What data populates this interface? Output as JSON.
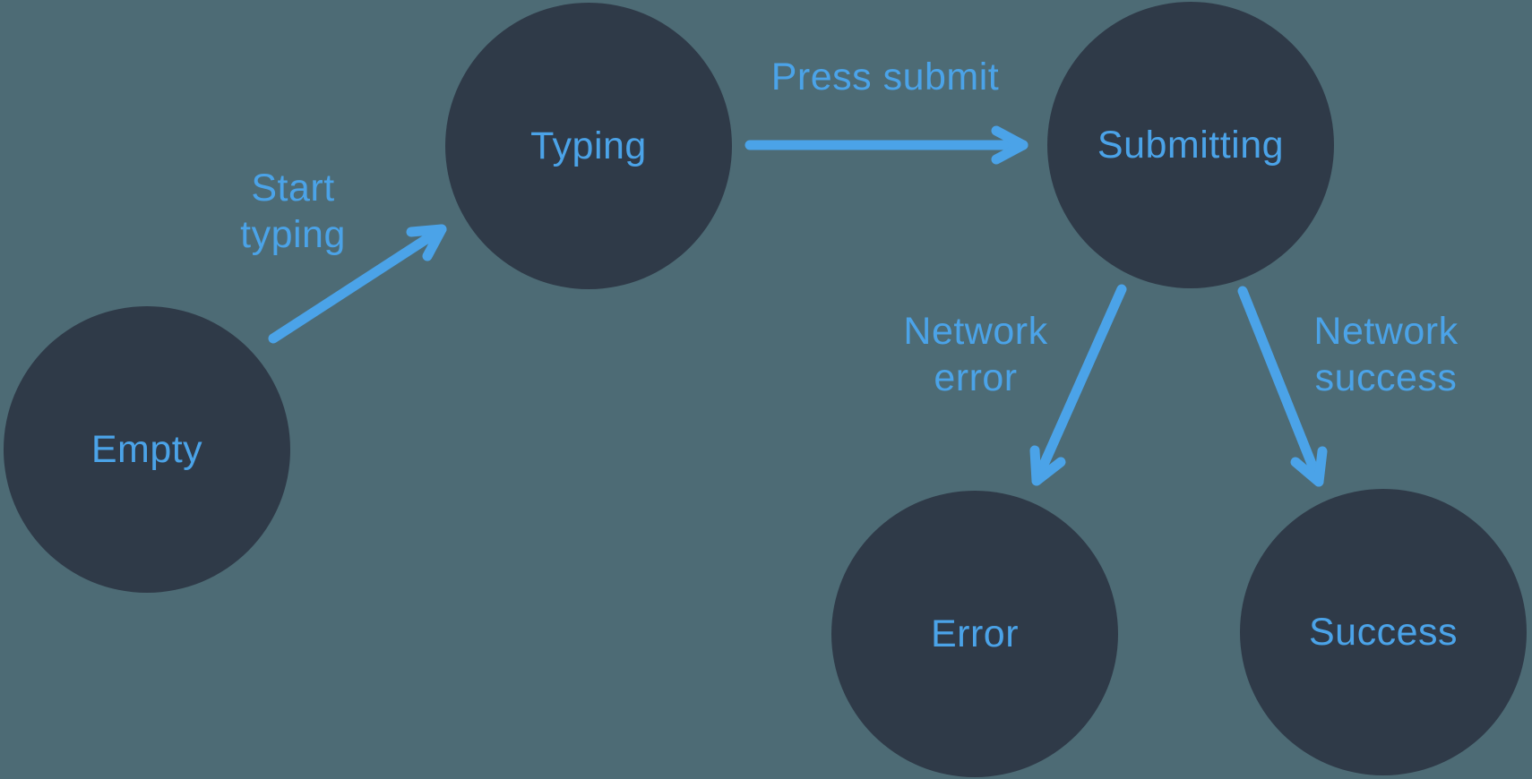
{
  "colors": {
    "background": "#4D6B75",
    "node": "#2F3A48",
    "accent": "#4BA3E8"
  },
  "diagram": {
    "type": "state-machine",
    "nodes": [
      {
        "id": "empty",
        "label": "Empty"
      },
      {
        "id": "typing",
        "label": "Typing"
      },
      {
        "id": "submitting",
        "label": "Submitting"
      },
      {
        "id": "error",
        "label": "Error"
      },
      {
        "id": "success",
        "label": "Success"
      }
    ],
    "edges": [
      {
        "from": "empty",
        "to": "typing",
        "label": "Start typing"
      },
      {
        "from": "typing",
        "to": "submitting",
        "label": "Press submit"
      },
      {
        "from": "submitting",
        "to": "error",
        "label": "Network error"
      },
      {
        "from": "submitting",
        "to": "success",
        "label": "Network success"
      }
    ]
  }
}
